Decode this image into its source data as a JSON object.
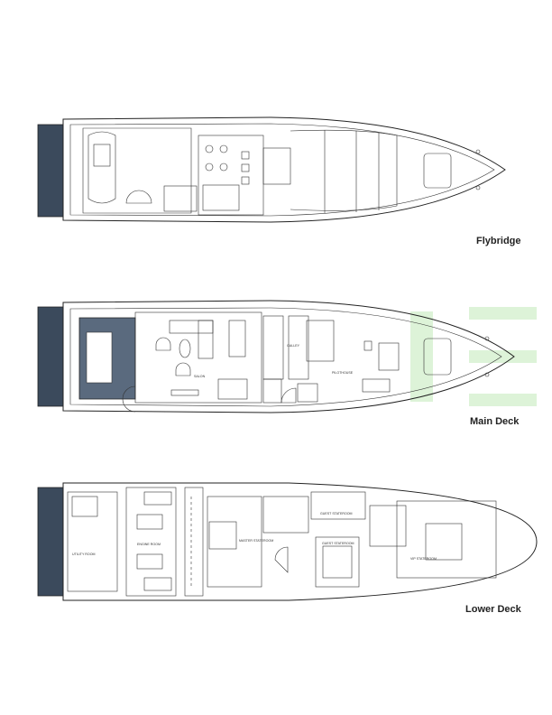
{
  "decks": [
    {
      "name": "Flybridge",
      "rooms": []
    },
    {
      "name": "Main Deck",
      "rooms": [
        "SALON",
        "GALLEY",
        "PILOTHOUSE"
      ]
    },
    {
      "name": "Lower Deck",
      "rooms": [
        "UTILITY ROOM",
        "ENGINE ROOM",
        "MASTER STATEROOM",
        "GUEST STATEROOM",
        "GUEST STATEROOM",
        "VIP STATEROOM"
      ]
    }
  ],
  "colors": {
    "line": "#222222",
    "teak": "#3b4a5c",
    "watermark": "#c8eec0"
  }
}
